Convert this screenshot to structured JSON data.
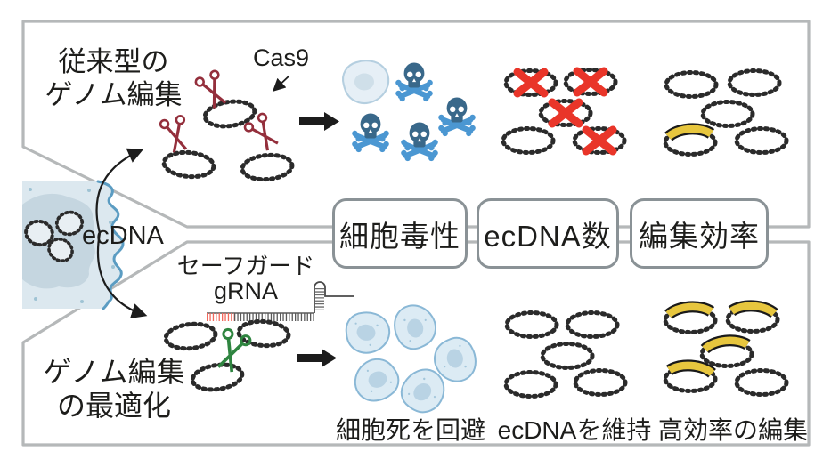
{
  "top_panel": {
    "title_line1": "従来型の",
    "title_line2": "ゲノム編集",
    "cas9_label": "Cas9"
  },
  "cell_source": {
    "label": "ecDNA"
  },
  "bottom_panel": {
    "title_line1": "ゲノム編集",
    "title_line2": "の最適化",
    "safeguard_label": "セーフガード",
    "grna_label": "gRNA"
  },
  "comparison_boxes": [
    {
      "label": "細胞毒性"
    },
    {
      "label": "ecDNA数"
    },
    {
      "label": "編集効率"
    }
  ],
  "outcome_captions": [
    {
      "label": "細胞死を回避"
    },
    {
      "label": "ecDNAを維持"
    },
    {
      "label": "高効率の編集"
    }
  ],
  "icons": {
    "skull_crossbones": "☠",
    "scissors": "✂",
    "cross_mark": "✕",
    "right_arrow": "→",
    "dna_circle": "◯"
  },
  "colors": {
    "panel_border": "#b5b8b9",
    "box_border": "#8a9296",
    "text": "#1d1d1b",
    "skull": "#39688a",
    "crossbones": "#4b97d2",
    "red_x": "#e93529",
    "edit_band_yellow": "#e7c63e",
    "scissors_conventional_red": "#942f3c",
    "scissors_safeguard_green": "#2f8540",
    "healthy_cell_fill": "#dcebf4",
    "healthy_cell_stroke": "#8ab8d6",
    "nucleus": "#b9d3e4",
    "tumor_cell_fill": "#dce8ef",
    "tumor_cell_inner": "#c5d6e0",
    "tumor_cell_stroke": "#5b9cc2",
    "grna_seed_red": "#f2685c",
    "grna_gray": "#5a5a5a",
    "dna_stroke": "#2b2b2b",
    "arrow_black": "#1c1c1c"
  }
}
